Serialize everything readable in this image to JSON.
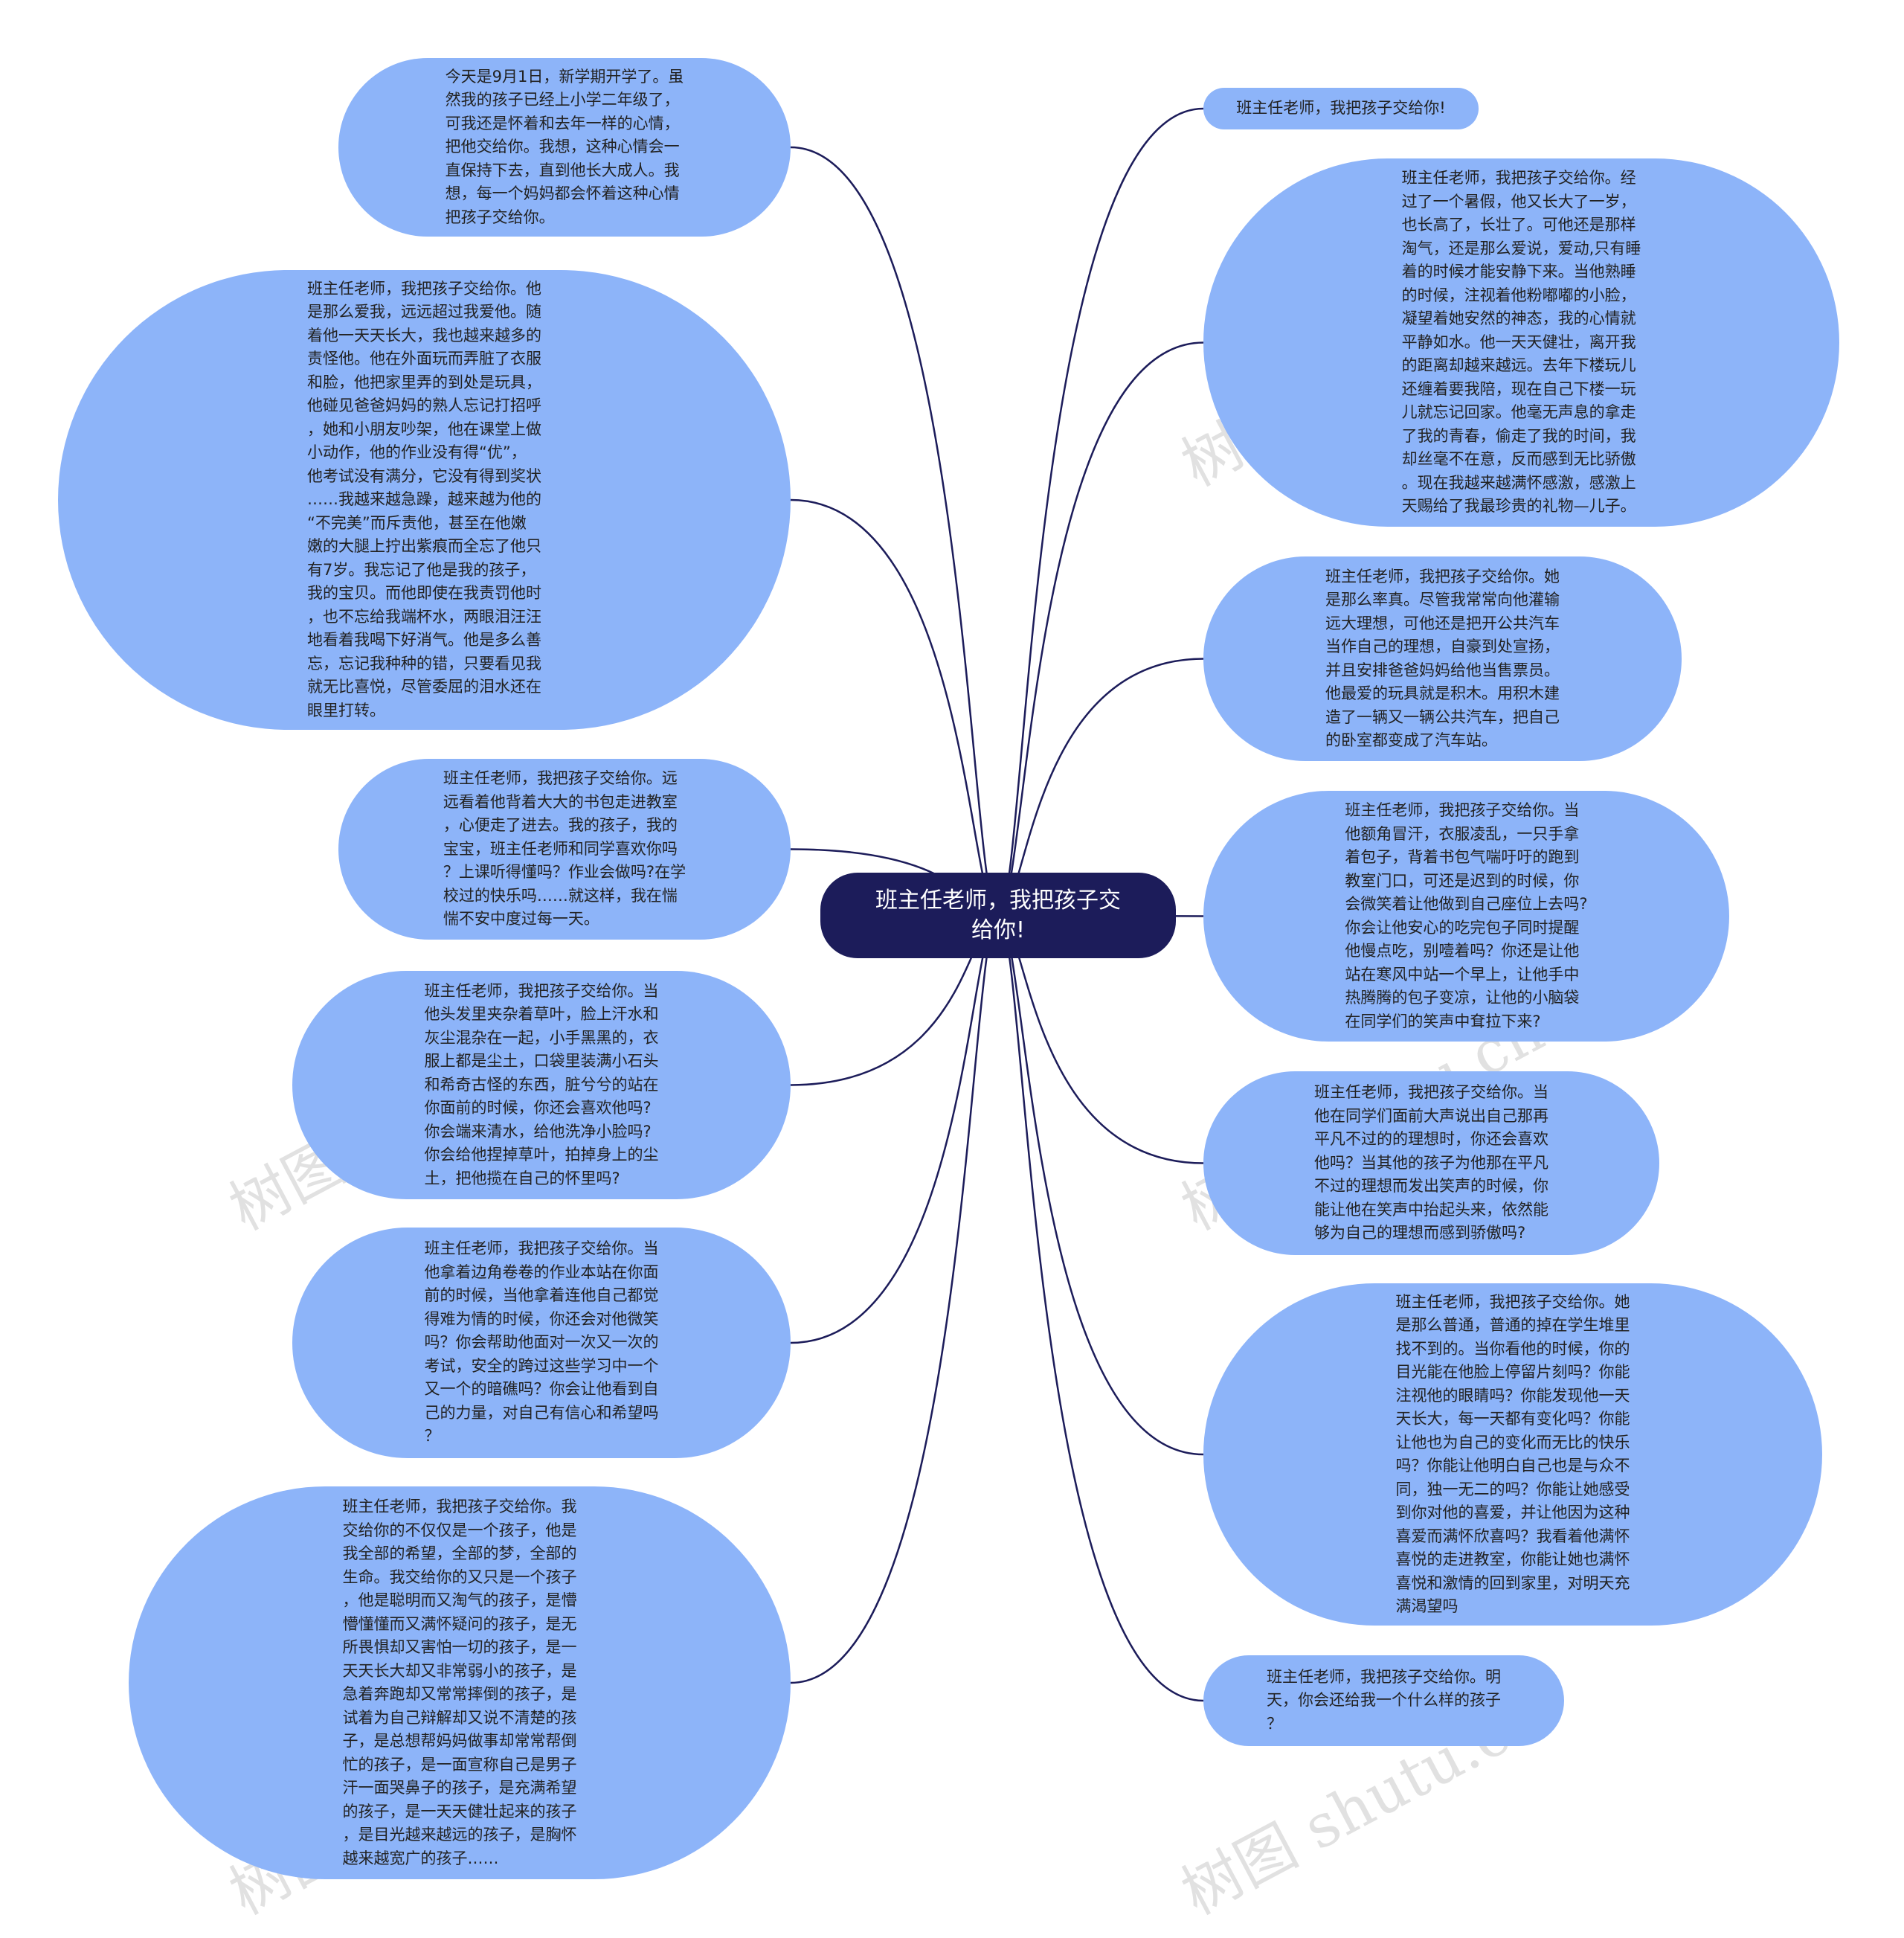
{
  "colors": {
    "center_bg": "#1c1c5a",
    "node_bg": "#8db4f9",
    "edge": "#1c1c5a",
    "text": "#222222"
  },
  "center": {
    "text": "班主任老师，我把孩子交\n给你!"
  },
  "left": [
    {
      "text": "今天是9月1日，新学期开学了。虽\n然我的孩子已经上小学二年级了，\n可我还是怀着和去年一样的心情，\n把他交给你。我想，这种心情会一\n直保持下去，直到他长大成人。我\n想，每一个妈妈都会怀着这种心情\n把孩子交给你。"
    },
    {
      "text": "班主任老师，我把孩子交给你。他\n是那么爱我，远远超过我爱他。随\n着他一天天长大，我也越来越多的\n责怪他。他在外面玩而弄脏了衣服\n和脸，他把家里弄的到处是玩具，\n他碰见爸爸妈妈的熟人忘记打招呼\n，她和小朋友吵架，他在课堂上做\n小动作，他的作业没有得“优”，\n他考试没有满分，它没有得到奖状\n……我越来越急躁，越来越为他的\n“不完美”而斥责他，甚至在他嫩\n嫩的大腿上拧出紫痕而全忘了他只\n有7岁。我忘记了他是我的孩子，\n我的宝贝。而他即使在我责罚他时\n，也不忘给我端杯水，两眼泪汪汪\n地看着我喝下好消气。他是多么善\n忘，忘记我种种的错，只要看见我\n就无比喜悦，尽管委屈的泪水还在\n眼里打转。"
    },
    {
      "text": "班主任老师，我把孩子交给你。远\n远看着他背着大大的书包走进教室\n，心便走了进去。我的孩子，我的\n宝宝，班主任老师和同学喜欢你吗\n？上课听得懂吗？作业会做吗?在学\n校过的快乐吗……就这样，我在惴\n惴不安中度过每一天。"
    },
    {
      "text": "班主任老师，我把孩子交给你。当\n他头发里夹杂着草叶，脸上汗水和\n灰尘混杂在一起，小手黑黑的，衣\n服上都是尘土，口袋里装满小石头\n和希奇古怪的东西，脏兮兮的站在\n你面前的时候，你还会喜欢他吗?\n你会端来清水，给他洗净小脸吗?\n你会给他捏掉草叶，拍掉身上的尘\n土，把他揽在自己的怀里吗?"
    },
    {
      "text": "班主任老师，我把孩子交给你。当\n他拿着边角卷卷的作业本站在你面\n前的时候，当他拿着连他自己都觉\n得难为情的时候，你还会对他微笑\n吗？你会帮助他面对一次又一次的\n考试，安全的跨过这些学习中一个\n又一个的暗礁吗？你会让他看到自\n己的力量，对自己有信心和希望吗\n？"
    },
    {
      "text": "班主任老师，我把孩子交给你。我\n交给你的不仅仅是一个孩子，他是\n我全部的希望，全部的梦，全部的\n生命。我交给你的又只是一个孩子\n，他是聪明而又淘气的孩子，是懵\n懵懂懂而又满怀疑问的孩子，是无\n所畏惧却又害怕一切的孩子，是一\n天天长大却又非常弱小的孩子，是\n急着奔跑却又常常摔倒的孩子，是\n试着为自己辩解却又说不清楚的孩\n子，是总想帮妈妈做事却常常帮倒\n忙的孩子，是一面宣称自己是男子\n汗一面哭鼻子的孩子，是充满希望\n的孩子，是一天天健壮起来的孩子\n，是目光越来越远的孩子，是胸怀\n越来越宽广的孩子……"
    }
  ],
  "right": [
    {
      "text": "班主任老师，我把孩子交给你!"
    },
    {
      "text": "班主任老师，我把孩子交给你。经\n过了一个暑假，他又长大了一岁，\n也长高了，长壮了。可他还是那样\n淘气，还是那么爱说，爱动,只有睡\n着的时候才能安静下来。当他熟睡\n的时候，注视着他粉嘟嘟的小脸，\n凝望着她安然的神态，我的心情就\n平静如水。他一天天健壮，离开我\n的距离却越来越远。去年下楼玩儿\n还缠着要我陪，现在自己下楼一玩\n儿就忘记回家。他毫无声息的拿走\n了我的青春，偷走了我的时间，我\n却丝毫不在意，反而感到无比骄傲\n。现在我越来越满怀感激，感激上\n天赐给了我最珍贵的礼物—儿子。"
    },
    {
      "text": "班主任老师，我把孩子交给你。她\n是那么率真。尽管我常常向他灌输\n远大理想，可他还是把开公共汽车\n当作自己的理想，自豪到处宣扬，\n并且安排爸爸妈妈给他当售票员。\n他最爱的玩具就是积木。用积木建\n造了一辆又一辆公共汽车，把自己\n的卧室都变成了汽车站。"
    },
    {
      "text": "班主任老师，我把孩子交给你。当\n他额角冒汗，衣服凌乱，一只手拿\n着包子，背着书包气喘吁吁的跑到\n教室门口，可还是迟到的时候，你\n会微笑着让他做到自己座位上去吗?\n你会让他安心的吃完包子同时提醒\n他慢点吃，别噎着吗？你还是让他\n站在寒风中站一个早上，让他手中\n热腾腾的包子变凉，让他的小脑袋\n在同学们的笑声中耷拉下来?"
    },
    {
      "text": "班主任老师，我把孩子交给你。当\n他在同学们面前大声说出自己那再\n平凡不过的的理想时，你还会喜欢\n他吗？当其他的孩子为他那在平凡\n不过的理想而发出笑声的时候，你\n能让他在笑声中抬起头来，依然能\n够为自己的理想而感到骄傲吗?"
    },
    {
      "text": "班主任老师，我把孩子交给你。她\n是那么普通，普通的掉在学生堆里\n找不到的。当你看他的时候，你的\n目光能在他脸上停留片刻吗？你能\n注视他的眼睛吗？你能发现他一天\n天长大，每一天都有变化吗？你能\n让他也为自己的变化而无比的快乐\n吗？你能让他明白自己也是与众不\n同，独一无二的吗？你能让她感受\n到你对他的喜爱，并让他因为这种\n喜爱而满怀欣喜吗？我看着他满怀\n喜悦的走进教室，你能让她也满怀\n喜悦和激情的回到家里，对明天充\n满渴望吗"
    },
    {
      "text": "班主任老师，我把孩子交给你。明\n天，你会还给我一个什么样的孩子\n？"
    }
  ],
  "watermark": "树图 shutu.cn"
}
